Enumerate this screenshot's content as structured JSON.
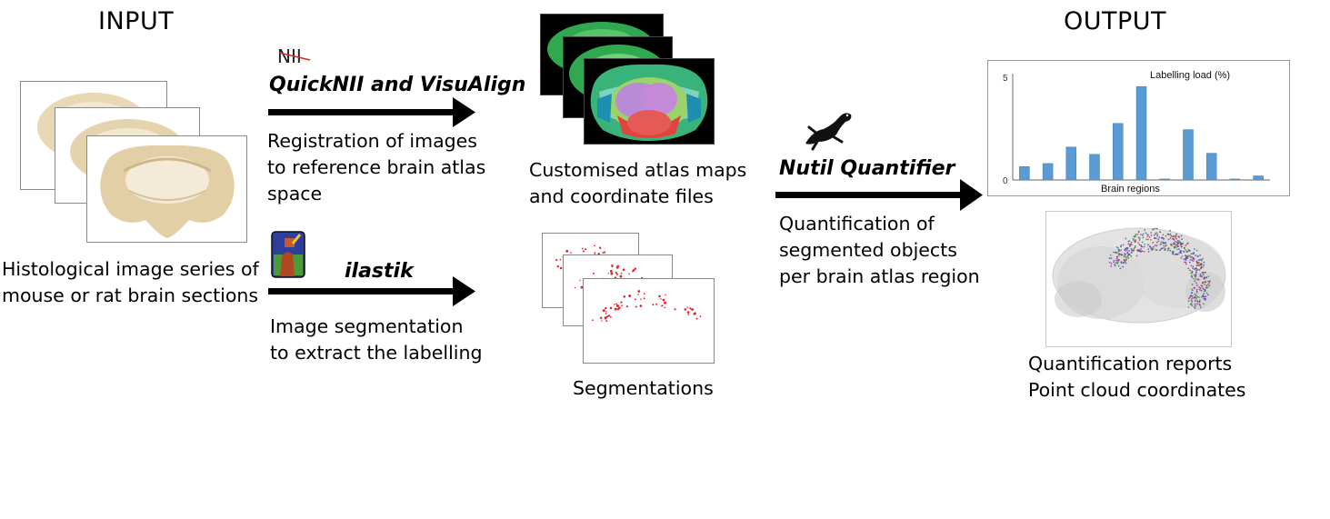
{
  "headings": {
    "input": "INPUT",
    "output": "OUTPUT"
  },
  "input": {
    "caption": "Histological image series of\nmouse or rat brain sections"
  },
  "registration": {
    "logo_text": "NII",
    "tool": "QuickNII and VisuAlign",
    "caption": "Registration of images\nto reference brain atlas\nspace"
  },
  "segmentation_step": {
    "tool": "ilastik",
    "caption": "Image segmentation\nto extract the labelling"
  },
  "atlas_maps": {
    "caption": "Customised atlas maps\nand coordinate files"
  },
  "segmentations": {
    "caption": "Segmentations"
  },
  "quantifier": {
    "tool": "Nutil Quantifier",
    "caption": "Quantification of\nsegmented objects\nper brain atlas region"
  },
  "output": {
    "caption": "Quantification reports\nPoint cloud coordinates"
  },
  "colors": {
    "bar": "#5b9bd5",
    "arrow": "#000000",
    "segmentation_dots": "#e0242a"
  },
  "icons": [
    "nii-logo-icon",
    "ilastik-fist-icon",
    "gecko-icon"
  ],
  "chart_data": {
    "type": "bar",
    "title": "Labelling load (%)",
    "xlabel": "Brain regions",
    "ylabel": "",
    "yticks": [
      0,
      5
    ],
    "ylim": [
      0,
      5
    ],
    "grid": false,
    "values": [
      0.65,
      0.8,
      1.6,
      1.25,
      2.75,
      4.55,
      0.05,
      2.45,
      1.3,
      0.05,
      0.2
    ]
  }
}
